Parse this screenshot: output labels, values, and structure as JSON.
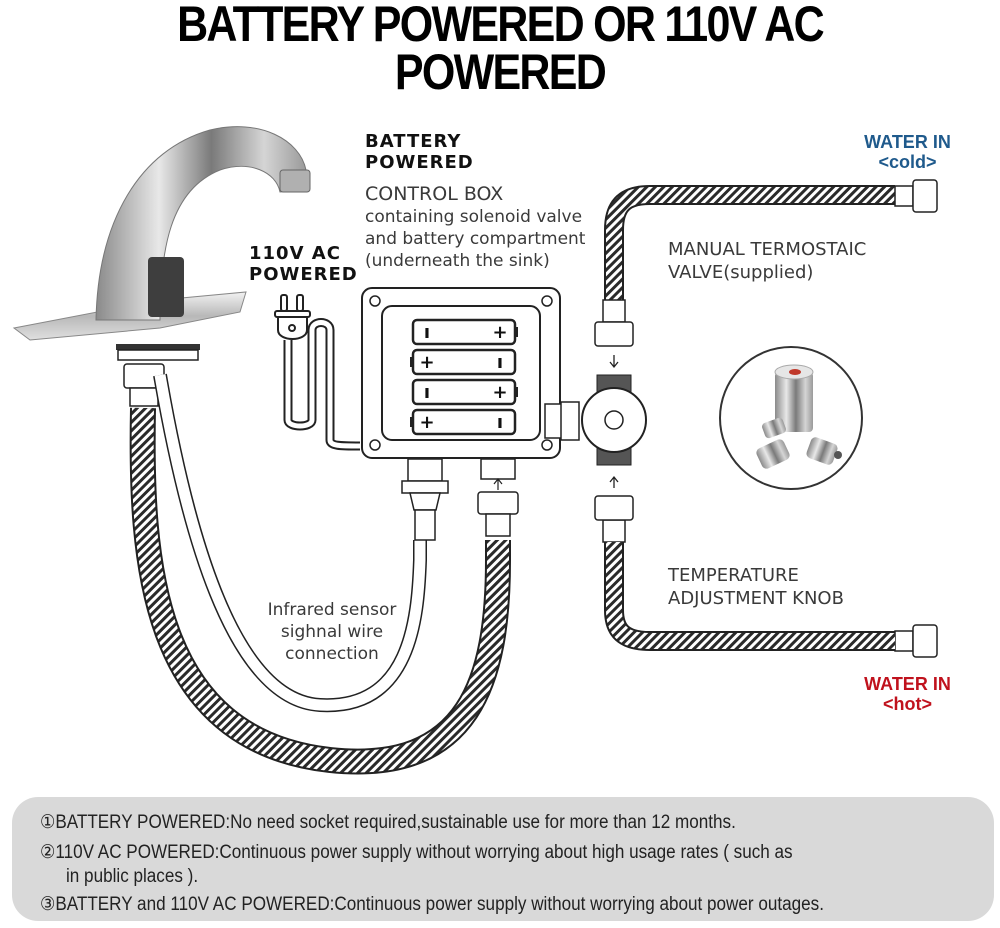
{
  "title": "BATTERY POWERED OR 110V AC POWERED",
  "labels": {
    "battery_powered": [
      "BATTERY",
      "POWERED"
    ],
    "control_box_title": "CONTROL BOX",
    "control_box_desc": [
      "containing solenoid valve",
      "and battery compartment",
      "(underneath the sink)"
    ],
    "ac_powered": [
      "110V AC",
      "POWERED"
    ],
    "water_in_cold": [
      "WATER IN",
      "<cold>"
    ],
    "thermostatic_valve": [
      "MANUAL TERMOSTAIC",
      "VALVE(supplied)"
    ],
    "sensor_wire": [
      "Infrared sensor",
      "sighnal wire",
      "connection"
    ],
    "temperature_knob": [
      "TEMPERATURE",
      "ADJUSTMENT KNOB"
    ],
    "water_in_hot": [
      "WATER IN",
      "<hot>"
    ]
  },
  "batteries": [
    {
      "left": "−",
      "right": "+"
    },
    {
      "left": "+",
      "right": "−"
    },
    {
      "left": "−",
      "right": "+"
    },
    {
      "left": "+",
      "right": "−"
    }
  ],
  "notes": [
    "①BATTERY POWERED:No need socket required,sustainable use for more than 12 months.",
    "②110V AC POWERED:Continuous power supply without worrying about high usage rates ( such as",
    "in public places ).",
    "③BATTERY and 110V AC POWERED:Continuous power supply without worrying about power outages."
  ],
  "colors": {
    "cold": "#1f5a8c",
    "hot": "#c0121d",
    "notes_bg": "#d9d9d9"
  }
}
